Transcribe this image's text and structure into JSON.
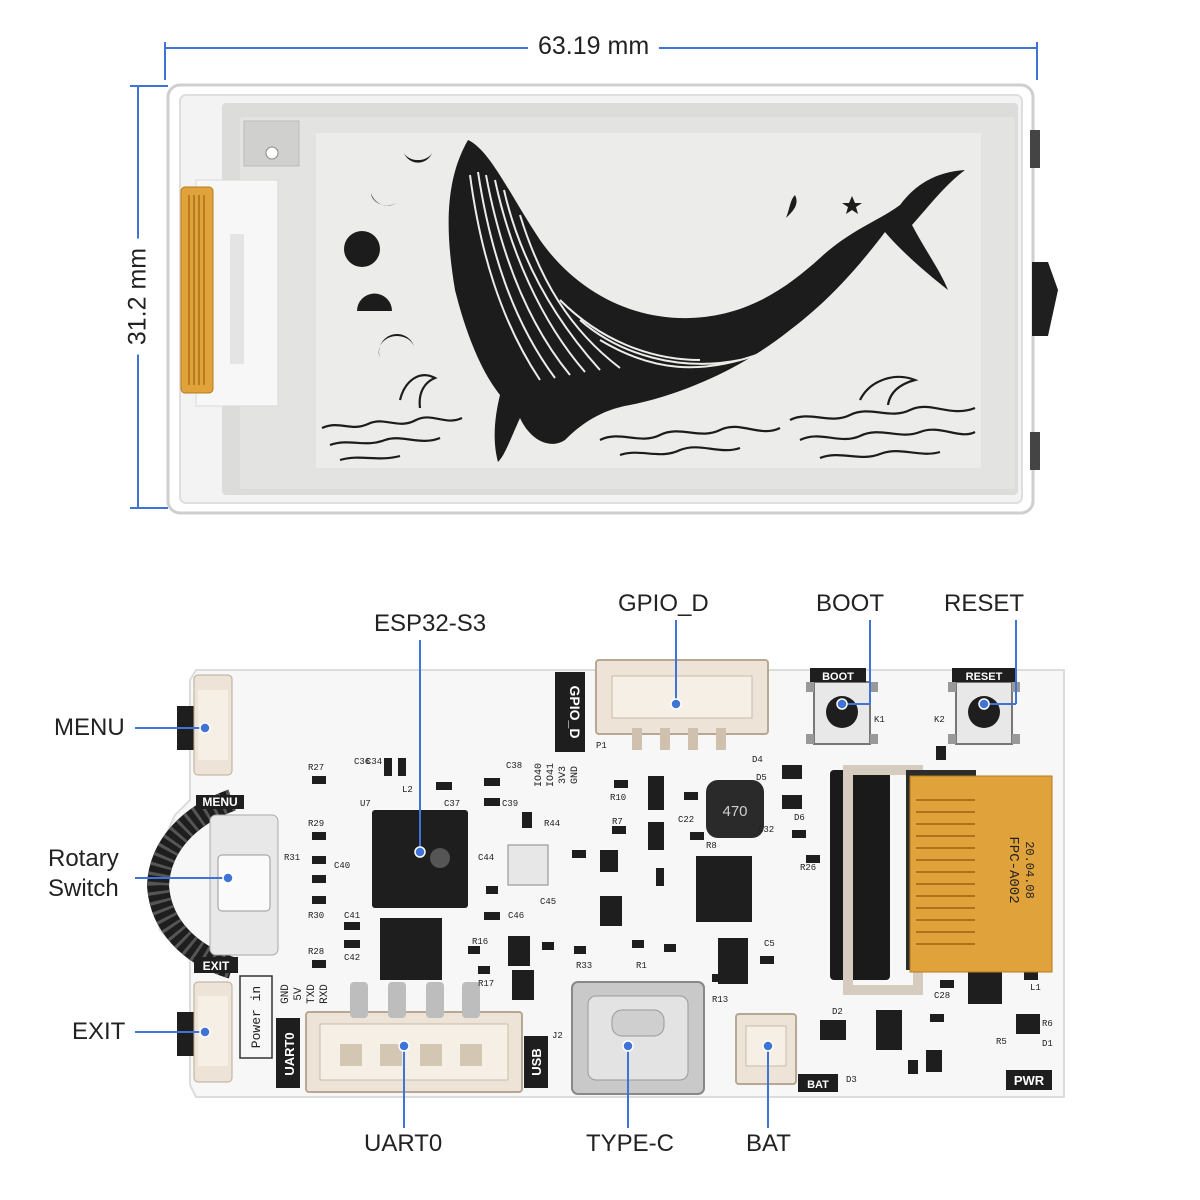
{
  "dimensions": {
    "width": "63.19 mm",
    "height": "31.2 mm"
  },
  "callouts": {
    "esp32": "ESP32-S3",
    "gpio": "GPIO_D",
    "boot": "BOOT",
    "reset": "RESET",
    "menu": "MENU",
    "rotary": "Rotary\nSwitch",
    "exit": "EXIT",
    "uart": "UART0",
    "typec": "TYPE-C",
    "bat": "BAT"
  },
  "silkscreen": {
    "boot": "BOOT",
    "reset": "RESET",
    "gpio_d": "GPIO_D",
    "uart0": "UART0",
    "usb": "USB",
    "pwr": "PWR",
    "bat": "BAT",
    "menu": "MENU",
    "exit": "EXIT",
    "power_in": "Power in",
    "pins_uart": [
      "GND",
      "5V",
      "TXD",
      "RXD"
    ],
    "pins_gpio": [
      "IO40",
      "IO41",
      "3V3",
      "GND"
    ],
    "fpc": "FPC-A002",
    "fpc_date": "20.04.08",
    "inductor": "470",
    "refs": [
      "R27",
      "C36",
      "C34",
      "L2",
      "C38",
      "C39",
      "C37",
      "U7",
      "R29",
      "R31",
      "C40",
      "R30",
      "C41",
      "C42",
      "R28",
      "C46",
      "R16",
      "R17",
      "R33",
      "R1",
      "R13",
      "J2",
      "P1",
      "R10",
      "R7",
      "R44",
      "C44",
      "C45",
      "C22",
      "D4",
      "D5",
      "D6",
      "D2",
      "D3",
      "K1",
      "K2",
      "L1",
      "R6",
      "R5",
      "D1",
      "C28",
      "R8",
      "C32",
      "C5",
      "R26"
    ]
  },
  "colors": {
    "dim_line": "#3f73d6",
    "callout_line": "#3f73d6",
    "pcb": "#f7f7f7",
    "fpc": "#e0a23a",
    "eink_bg": "#e6e6e4",
    "ink": "#1c1c1c"
  }
}
